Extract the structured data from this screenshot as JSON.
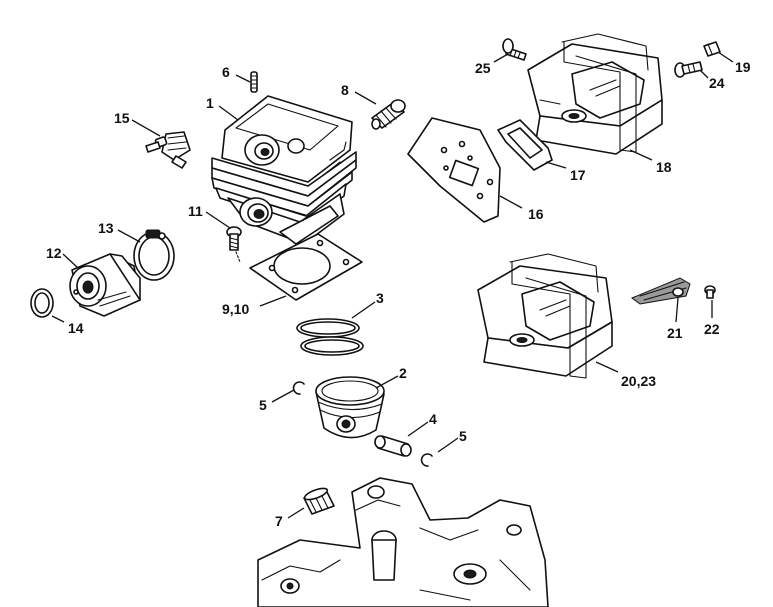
{
  "diagram": {
    "labels": {
      "p1": "1",
      "p2": "2",
      "p3": "3",
      "p4": "4",
      "p5a": "5",
      "p5b": "5",
      "p6": "6",
      "p7": "7",
      "p8": "8",
      "p9_10": "9,10",
      "p11": "11",
      "p12": "12",
      "p13": "13",
      "p14": "14",
      "p15": "15",
      "p16": "16",
      "p17": "17",
      "p18": "18",
      "p19": "19",
      "p20_23": "20,23",
      "p21": "21",
      "p22": "22",
      "p24": "24",
      "p25": "25"
    }
  }
}
